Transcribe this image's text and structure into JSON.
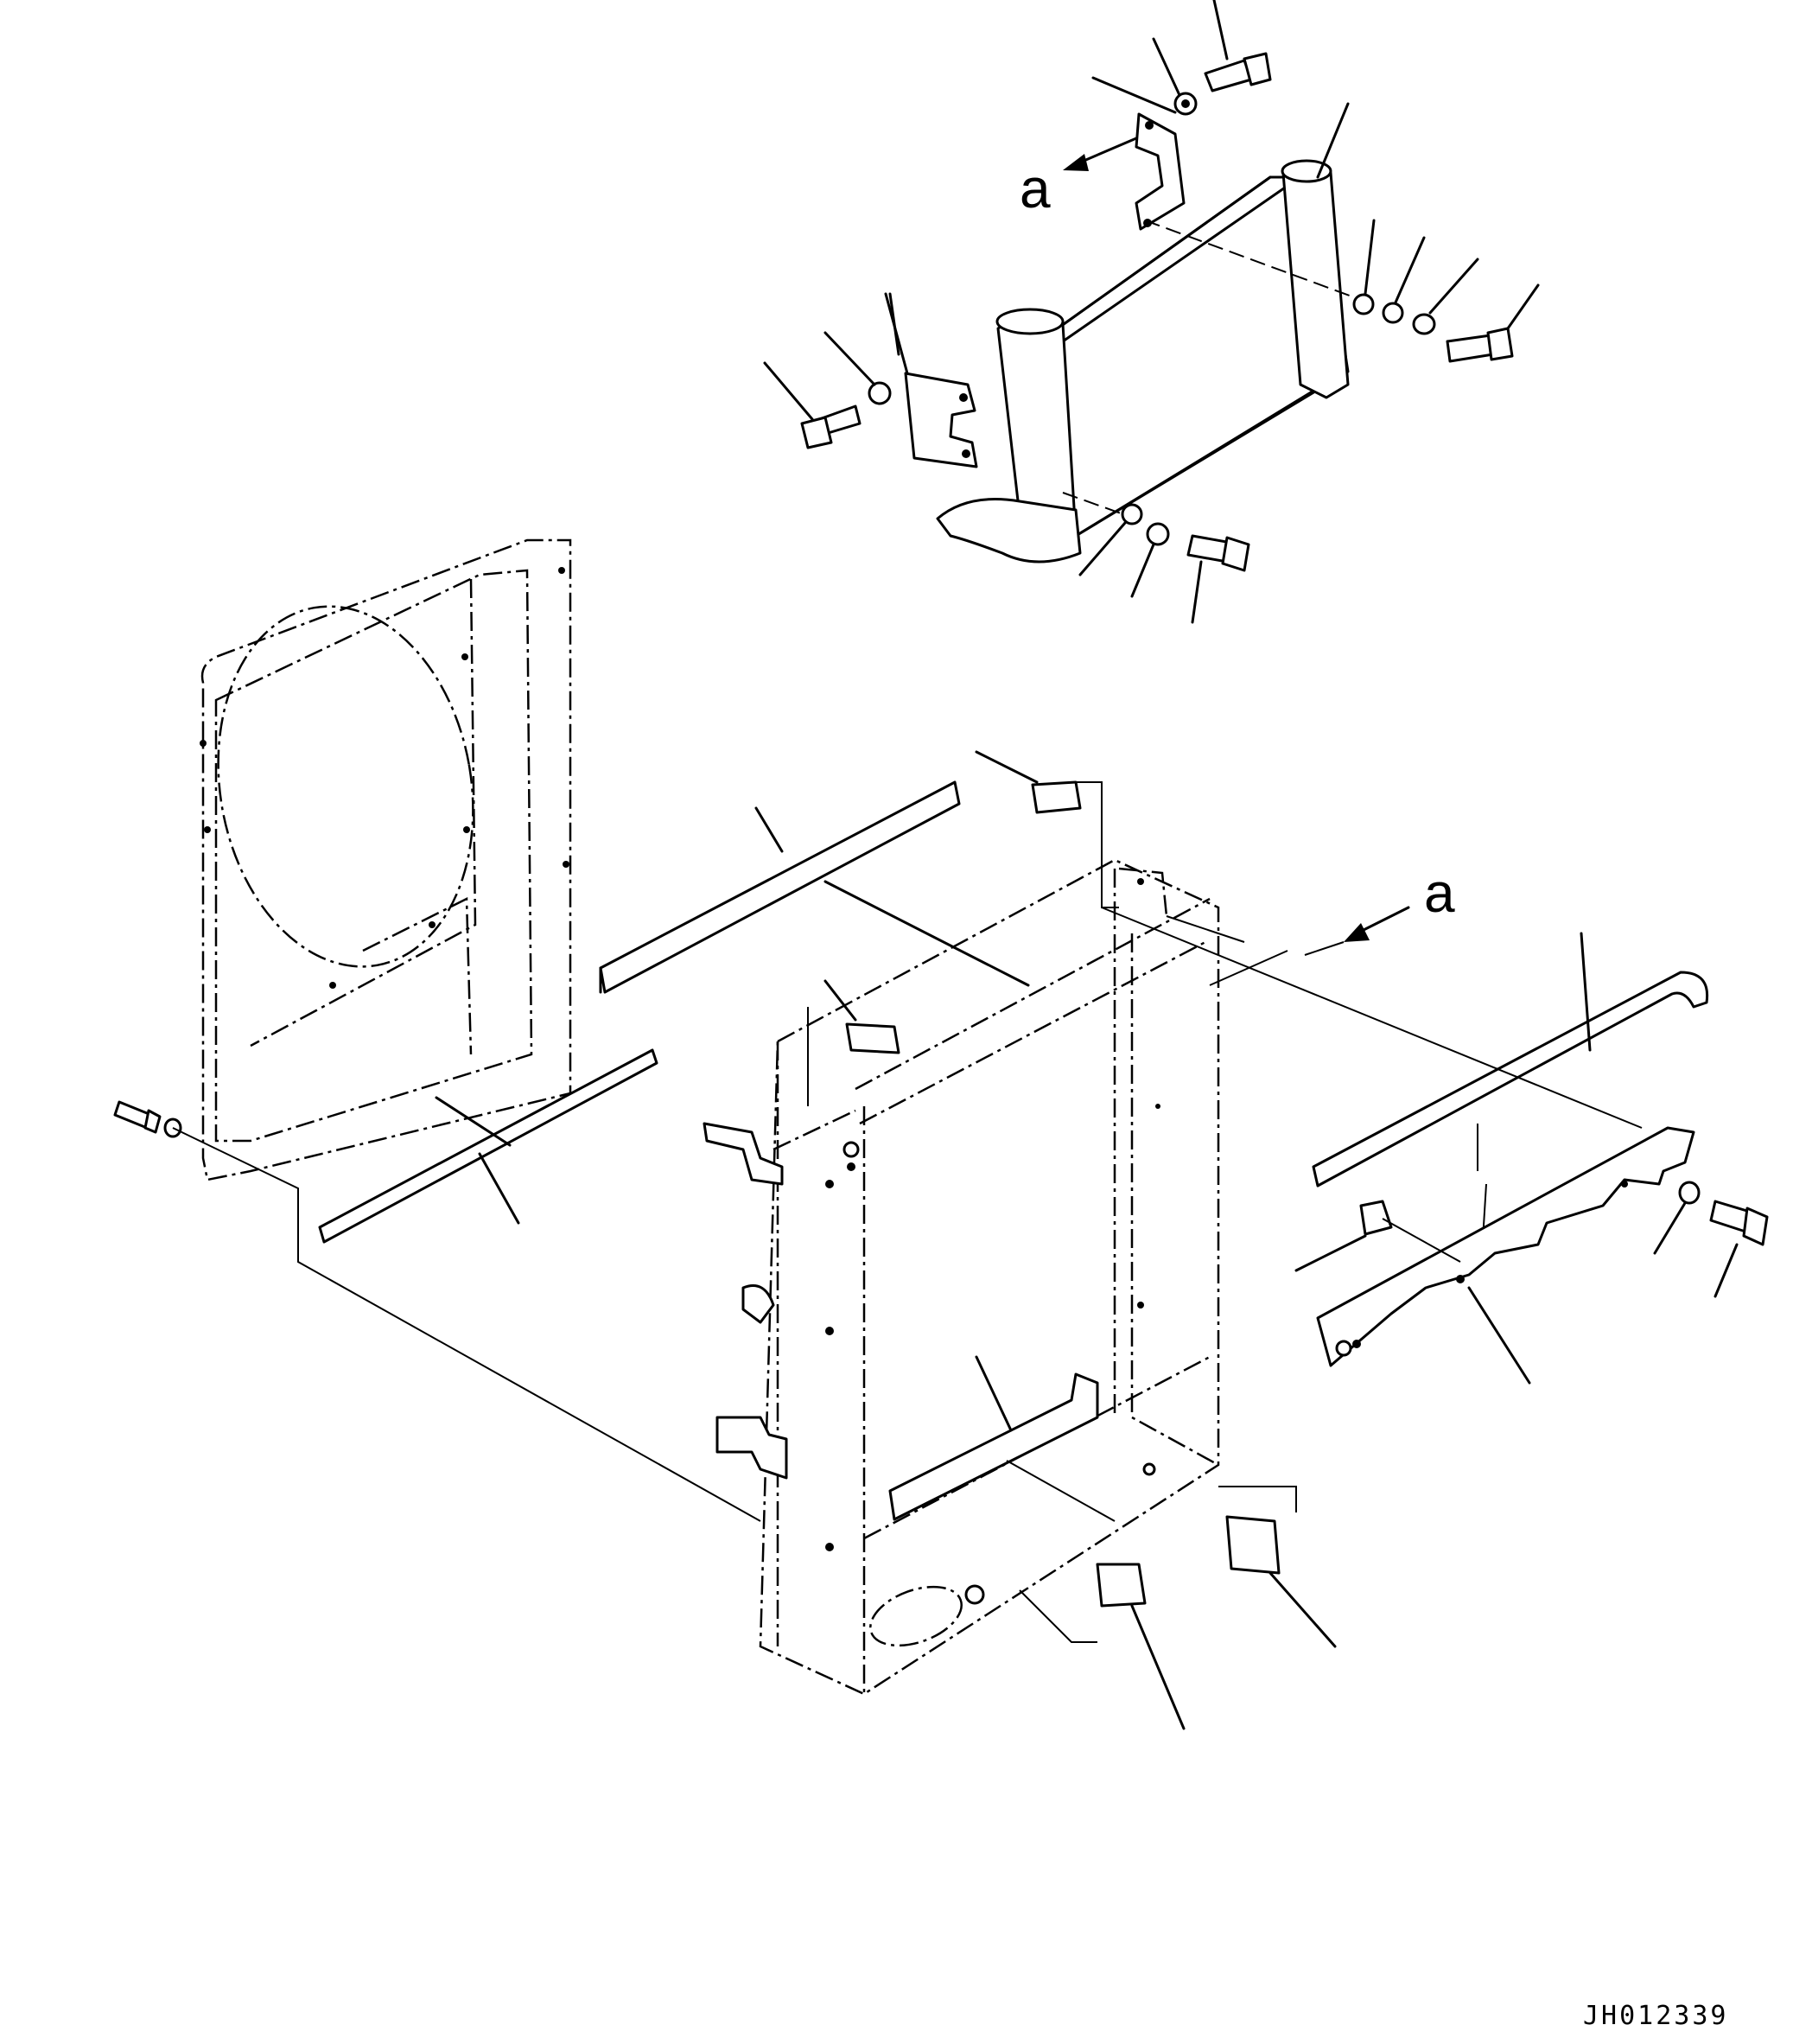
{
  "view_labels": {
    "arrow_top": "a",
    "arrow_right": "a"
  },
  "drawing_number": "JH012339"
}
